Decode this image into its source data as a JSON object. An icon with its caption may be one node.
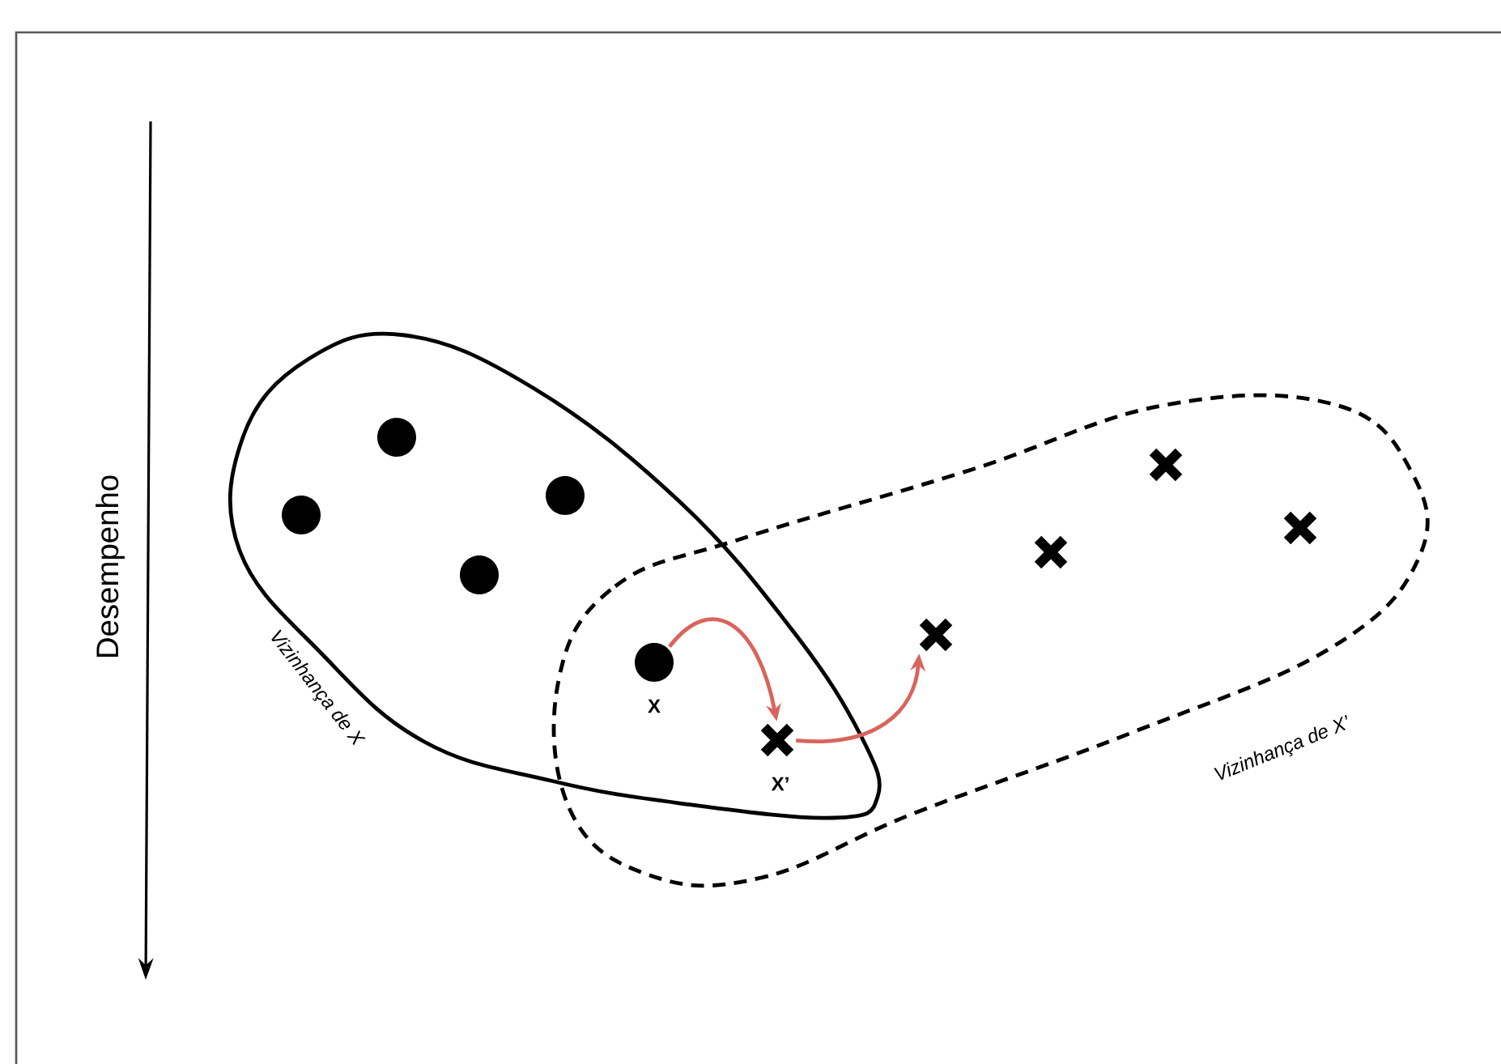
{
  "diagram": {
    "nodes": [
      {
        "text": [
          "Vizinhança de X"
        ]
      },
      {
        "text": [
          "Vizinhança de X’"
        ]
      },
      {
        "text": [],
        "shape": "circle",
        "in": 0
      },
      {
        "text": [],
        "shape": "circle",
        "in": 0
      },
      {
        "text": [],
        "shape": "circle",
        "in": 0
      },
      {
        "text": [],
        "shape": "circle",
        "in": 0
      },
      {
        "text": [],
        "shape": "circle"
      },
      {
        "text": [],
        "shape": "cross"
      },
      {
        "text": [],
        "shape": "cross",
        "in": 1
      },
      {
        "text": [],
        "shape": "cross",
        "in": 1
      },
      {
        "text": [],
        "shape": "cross",
        "in": 1
      },
      {
        "text": [],
        "shape": "cross",
        "in": 1
      }
    ],
    "edges": [
      {
        "from": 6,
        "to": 7,
        "arrow": "to",
        "color": "#d9645c"
      },
      {
        "from": 7,
        "to": 8,
        "arrow": "to",
        "color": "#d9645c"
      }
    ],
    "labels": [
      "Desempenho",
      "X",
      "X’"
    ]
  }
}
